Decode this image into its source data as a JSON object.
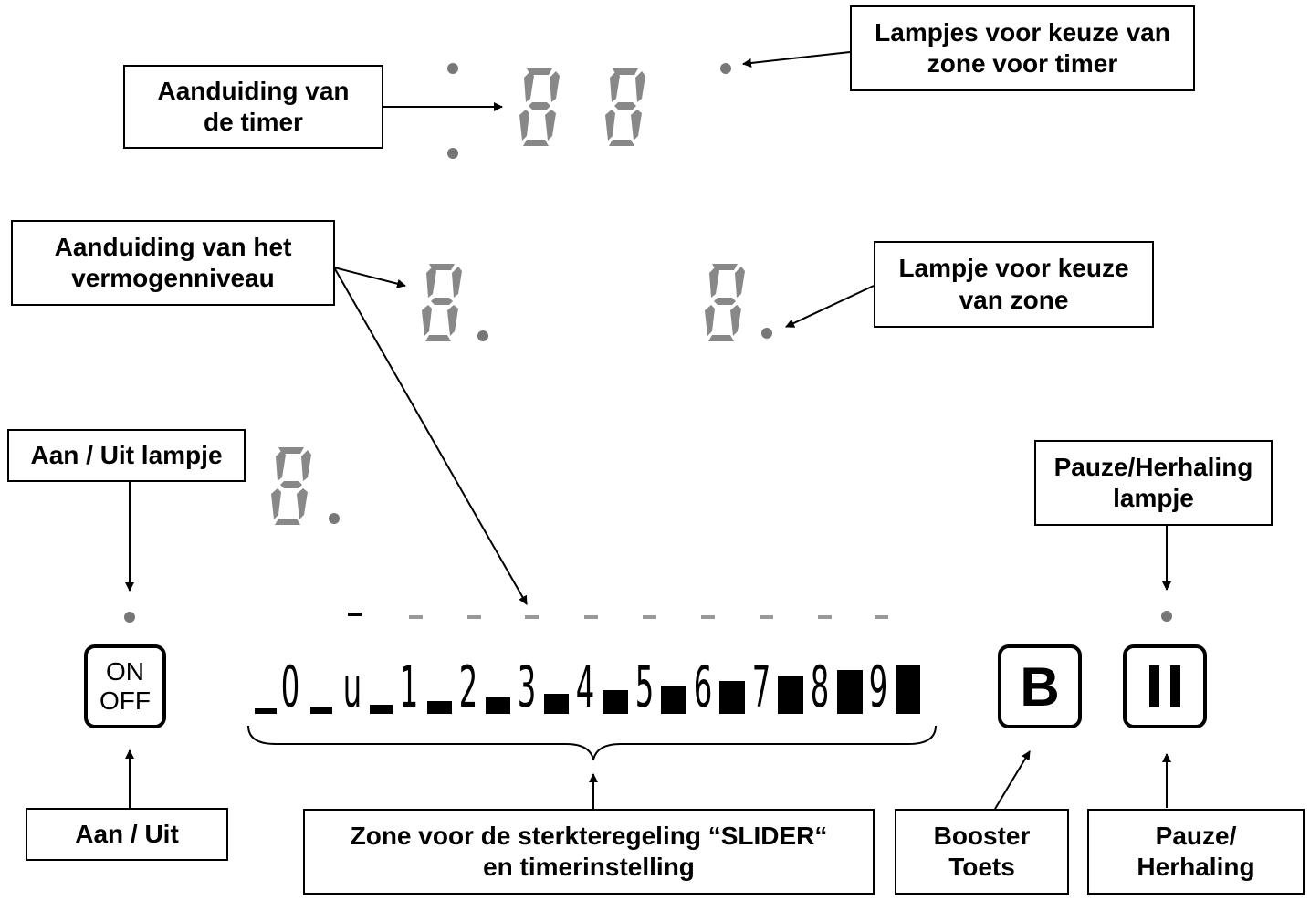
{
  "callouts": {
    "timer_display": "Aanduiding van\nde timer",
    "timer_zone_lights": "Lampjes voor keuze van\nzone voor timer",
    "power_level": "Aanduiding van het\nvermogenniveau",
    "zone_select_light": "Lampje voor keuze\nvan zone",
    "on_off_light": "Aan / Uit lampje",
    "pause_light": "Pauze/Herhaling\nlampje",
    "on_off": "Aan / Uit",
    "slider_zone": "Zone voor de sterkteregeling “SLIDER“\nen timerinstelling",
    "booster": "Booster\nToets",
    "pause": "Pauze/\nHerhaling"
  },
  "keys": {
    "on_label": "ON",
    "off_label": "OFF",
    "booster_label": "B"
  },
  "slider": {
    "labels": [
      "0",
      "u",
      "1",
      "2",
      "3",
      "4",
      "5",
      "6",
      "7",
      "8",
      "9"
    ]
  },
  "colors": {
    "segment": "#888888",
    "indicator_dot": "#777777",
    "line": "#000000"
  },
  "icons": {
    "pause": "pause-icon",
    "seven_segment": "seven-segment-digit-icon"
  }
}
